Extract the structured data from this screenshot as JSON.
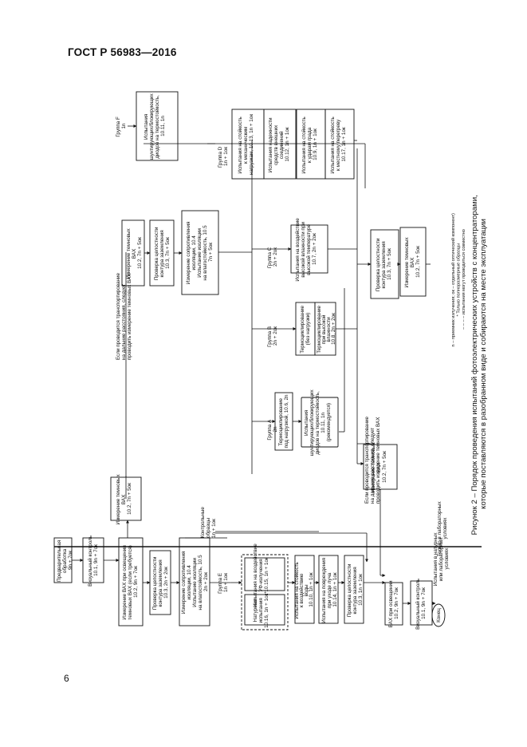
{
  "header": {
    "title": "ГОСТ Р 56983—2016"
  },
  "page_number": "6",
  "caption": {
    "line1": "Рисунок 2 – Порядок проведения испытаний фотоэлектрических устройств с концентраторами,",
    "line2": "которые поставляются в разобранном виде и собираются на месте эксплуатации"
  },
  "legend": {
    "line1": "n – приемник излучения; ок – отдельный оптический компонент)",
    "line2": "* Только полноразмерные образцы",
    "line3": "– – – – испытания могут проводиться совместно"
  },
  "zones": {
    "field_lab": [
      "Испытания в натурных",
      "или лабораторных",
      "условиях"
    ],
    "lab_only": [
      "Только в лабораторных",
      "условиях"
    ]
  },
  "nodes": {
    "pretreat": [
      "Предварительная",
      "обработка",
      "9n + 7ок"
    ],
    "visual1": [
      "Визуальный контроль",
      "10.1, 9n + 7ок"
    ],
    "meas_vah": [
      "Измерение ВАХ при освещении",
      "темновых ВАХ (если требуется)",
      "10.2, 9n + 7ок"
    ],
    "check_ground1": [
      "Проверка целостности",
      "контура заземления",
      "10.3, 2n + 2ок"
    ],
    "insul1": [
      "Измерение сопротивления",
      "изоляции, 10.4",
      "Испытание изоляции",
      "на влагостойкость, 10.5",
      "2n + 2ок"
    ],
    "group_e": [
      "Группа E",
      "1n + 1ок"
    ],
    "control_samples": [
      "Контрольные",
      "образцы",
      "1n + 1ок"
    ],
    "dark_vah_left": [
      "Измерение темновых",
      "ВАХ",
      "10.2, 7n + 5ок"
    ],
    "outdoor": [
      "Натурные",
      "испытания",
      "10.16, 1n + 1ок*"
    ],
    "uv": [
      "Испытания на воздействие",
      "УФ-излучения",
      "10.15, 1n + 1ок"
    ],
    "water": [
      "Испытания на стойкость",
      "к воздействию",
      "воды",
      "10.10, 1n + 1ок"
    ],
    "offaxis": [
      "Испытания на повреждения",
      "при уходе луча",
      "10.14, 1n + 1ок"
    ],
    "check_ground2": [
      "Проверка целостности",
      "контура заземления",
      "10.3, 1n + 1ок"
    ],
    "dark_vah_right": [
      "Измерение темновых",
      "ВАХ",
      "10.2, 7n + 5ок"
    ],
    "vah_final": [
      "ВАХ при освещении",
      "10.2, 9n + 7ок"
    ],
    "visual2": [
      "Визуальный контроль",
      "10.1, 9n + 7ок"
    ],
    "end": "Конец",
    "transport_note_left": [
      "Если проводится транспортирование",
      "на дальние расстояния, следует",
      "проводить измерение темновых ВАХ"
    ],
    "transport_note_right": [
      "Если проводится транспортирование",
      "на дальние расстояния, следует",
      "проводить измерение темновых ВАХ"
    ],
    "group_a": [
      "Группа A",
      "2n"
    ],
    "group_b": [
      "Группа B",
      "2n + 2ок"
    ],
    "group_c": [
      "Группа C",
      "2n + 2ок"
    ],
    "group_d": [
      "Группа D",
      "1n + 1ок"
    ],
    "group_f": [
      "Группа F",
      "1n"
    ],
    "tc_load": [
      "Термоциклирование",
      "под нагрузкой, 10.6, 2n"
    ],
    "hotspot_a": [
      "Испытания",
      "шунтирующих/блокирующих",
      "диодов на термостойкость,",
      "10.11, 1n",
      "(рекомендуется)"
    ],
    "tc_noload": [
      "Термоциклирование",
      "(без нагрузки)"
    ],
    "tc_humid": [
      "Термоциклирование",
      "при высокой",
      "влажности",
      "10.8, 2n + 2ок"
    ],
    "humid_heat": [
      "Испытания на воздействие",
      "высокой влажности при",
      "высокой температуре",
      "10.7, 2n + 2ок"
    ],
    "insul_top": [
      "Измерение сопротивления",
      "изоляции, 10.4",
      "Испытание изоляции",
      "на влагостойкость, 10.5",
      "7n + 5ок"
    ],
    "dark_vah_top": [
      "Измерение темновых",
      "ВАХ",
      "10.2, 7n + 5ок"
    ],
    "check_ground_top": [
      "Проверка целостности",
      "контура заземления",
      "10.3, 7n + 5ок"
    ],
    "hotspot_f": [
      "Испытания",
      "шунтирующих/блокирующих",
      "диодов на термостойкость,",
      "10.11, 1n"
    ],
    "mech_load": [
      "Испытания на стойкость",
      "к механическим",
      "нагрузкам, 10.13, 1n + 1ок"
    ],
    "terminations": [
      "Испытания надежности",
      "средств внешних",
      "соединений",
      "10.12, 1n + 1ок"
    ],
    "hail": [
      "Испытания на стойкость",
      "к ударам града",
      "10.9, 1n + 1ок"
    ],
    "off_axis_stress": [
      "Испытания на стойкость",
      "к местному перегреву",
      "10.17, 1n + 1ок"
    ],
    "check_ground_r": [
      "Проверка целостности",
      "контура заземления",
      "10.3, 7n + 5ок"
    ],
    "dark_vah_r": [
      "Измерение темновых",
      "ВАХ",
      "10.2, 7n + 5ок"
    ]
  }
}
